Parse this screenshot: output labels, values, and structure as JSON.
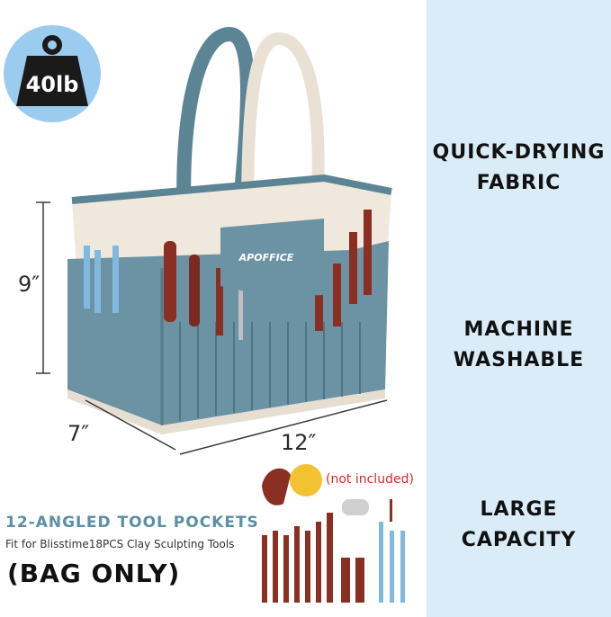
{
  "badge": {
    "weight": "40lb"
  },
  "dimensions": {
    "height": "9″",
    "depth": "7″",
    "width": "12″"
  },
  "brand": "APOFFICE",
  "features": [
    {
      "label": "QUICK-DRYING\nFABRIC"
    },
    {
      "label": "MACHINE\nWASHABLE"
    },
    {
      "label": "LARGE\nCAPACITY"
    }
  ],
  "pockets": {
    "title": "12-ANGLED TOOL POCKETS",
    "subtitle": "Fit for Blisstime18PCS Clay Sculpting Tools"
  },
  "bag_only": "(BAG ONLY)",
  "tools_note": "(not included)",
  "colors": {
    "bag_teal": "#5b8595",
    "canvas": "#efe8dc",
    "panel": "#d9ecf8",
    "badge": "#9ccbf0"
  }
}
